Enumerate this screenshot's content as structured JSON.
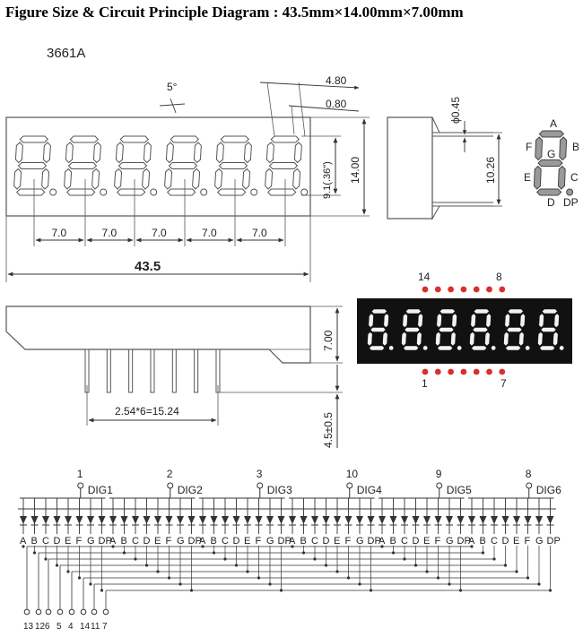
{
  "title": "Figure Size & Circuit Principle Diagram : 43.5mm×14.00mm×7.00mm",
  "model": "3661A",
  "front_view": {
    "angle": "5°",
    "dim_pitch": "7.0",
    "dim_width": "43.5",
    "dim_height": "14.00",
    "dim_digit_height": "9.1(.36\")",
    "dim_480": "4.80",
    "dim_080": "0.80"
  },
  "side_view": {
    "pin_dia": "ϕ0.45",
    "row_spacing": "10.26"
  },
  "segment_legend": [
    "A",
    "B",
    "C",
    "D",
    "E",
    "F",
    "G",
    "DP"
  ],
  "bottom_view": {
    "depth": "7.00",
    "pin_length": "4.5±0.5",
    "pin_pitch": "2.54*6=15.24"
  },
  "photo": {
    "top_pin_left": "14",
    "top_pin_right": "8",
    "bottom_pin_left": "1",
    "bottom_pin_right": "7",
    "pin_color": "#d9302a",
    "segment_color": "#f2f2f2",
    "body_color": "#111111"
  },
  "schematic": {
    "digits": [
      {
        "pin": "1",
        "label": "DIG1"
      },
      {
        "pin": "2",
        "label": "DIG2"
      },
      {
        "pin": "3",
        "label": "DIG3"
      },
      {
        "pin": "10",
        "label": "DIG4"
      },
      {
        "pin": "9",
        "label": "DIG5"
      },
      {
        "pin": "8",
        "label": "DIG6"
      }
    ],
    "segments": [
      "A",
      "B",
      "C",
      "D",
      "E",
      "F",
      "G",
      "DP"
    ],
    "segment_pins": [
      "13",
      "12",
      "6",
      "5",
      "4",
      "14",
      "11",
      "7"
    ]
  }
}
